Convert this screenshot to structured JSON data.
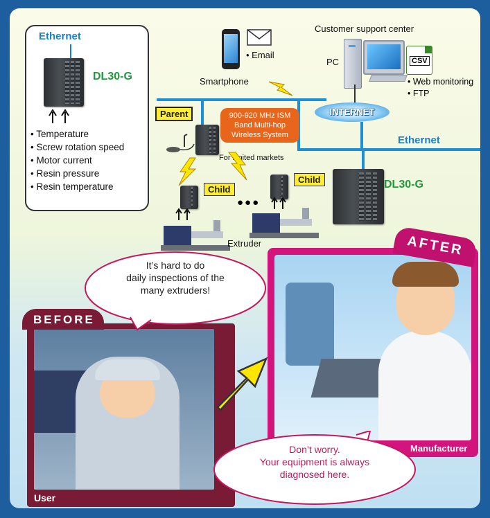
{
  "left_box": {
    "network_label": "Ethernet",
    "device_label": "DL30-G",
    "bullets": [
      "Temperature",
      "Screw rotation speed",
      "Motor current",
      "Resin pressure",
      "Resin temperature"
    ]
  },
  "top": {
    "email_label": "• Email",
    "smartphone_label": "Smartphone",
    "support_center_label": "Customer support center",
    "pc_label": "PC",
    "csv_label": "CSV",
    "services": [
      "• Web monitoring",
      "• FTP"
    ],
    "internet_label": "INTERNET"
  },
  "network": {
    "parent_label": "Parent",
    "wireless_label": "900-920 MHz ISM Band Multi-hop Wireless System",
    "limited_markets_label": "For limited markets",
    "ethernet_label": "Ethernet",
    "child_label": "Child",
    "device_label": "DL30-G",
    "ellipsis": "●●●",
    "extruder_label": "Extruder"
  },
  "scenes": {
    "before_badge": "BEFORE",
    "after_badge": "AFTER",
    "before_quote": [
      "It’s hard to do",
      "daily inspections of the",
      "many extruders!"
    ],
    "after_quote": [
      "Don’t worry.",
      "Your equipment is always",
      "diagnosed here."
    ],
    "user_caption": "User",
    "manufacturer_caption": "Manufacturer"
  },
  "colors": {
    "frame_blue": "#1d5f9e",
    "ethernet_blue": "#1a7fd0",
    "device_green": "#1f9a3a",
    "tag_yellow": "#ffee33",
    "wireless_orange": "#e8651c",
    "before_maroon": "#7a1b36",
    "after_magenta": "#d2157d"
  }
}
